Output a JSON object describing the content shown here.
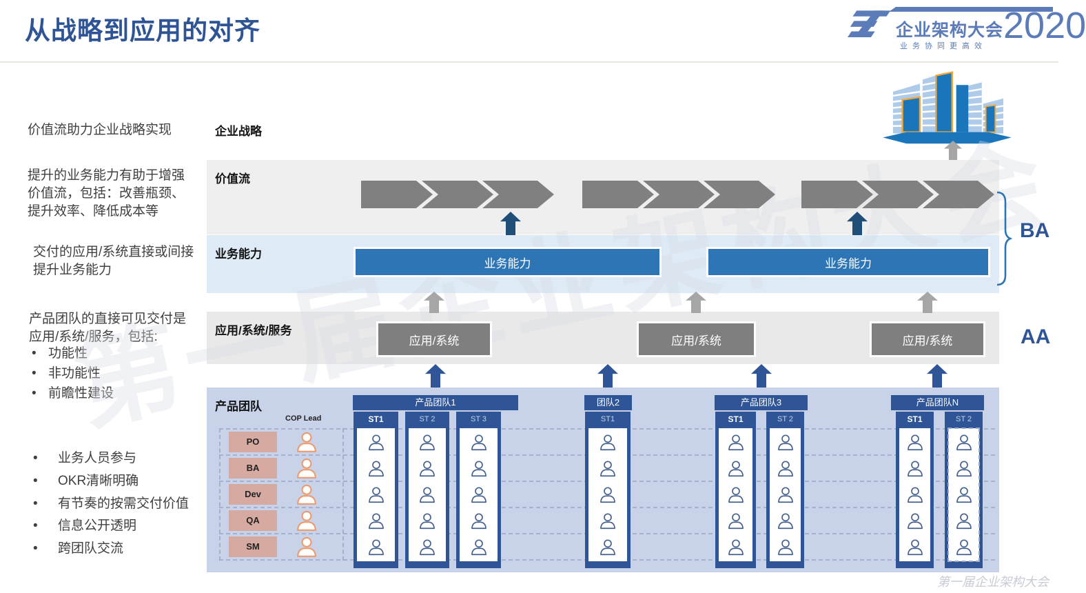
{
  "title": "从战略到应用的对齐",
  "logo": {
    "name": "企业架构大会",
    "year": "2020",
    "tagline": "业务协同更高效"
  },
  "notes": {
    "n1": "价值流助力企业战略实现",
    "n2": "提升的业务能力有助于增强价值流，包括：改善瓶颈、提升效率、降低成本等",
    "n3": "交付的应用/系统直接或间接提升业务能力",
    "n4": "产品团队的直接可见交付是应用/系统/服务，包括:"
  },
  "deliverable_bullets": [
    "功能性",
    "非功能性",
    "前瞻性建设"
  ],
  "team_bullets": [
    "业务人员参与",
    "OKR清晰明确",
    "有节奏的按需交付价值",
    "信息公开透明",
    "跨团队交流"
  ],
  "rows": {
    "strategy": "企业战略",
    "value_stream": "价值流",
    "capability": "业务能力",
    "application": "应用/系统/服务",
    "team": "产品团队"
  },
  "capability_boxes": [
    "业务能力",
    "业务能力"
  ],
  "application_boxes": [
    "应用/系统",
    "应用/系统",
    "应用/系统"
  ],
  "labels": {
    "ba": "BA",
    "aa": "AA",
    "cop_lead": "COP Lead"
  },
  "roles": [
    "PO",
    "BA",
    "Dev",
    "QA",
    "SM"
  ],
  "teams": [
    {
      "name": "产品团队1",
      "subteams": [
        "ST1",
        "ST 2",
        "ST 3"
      ]
    },
    {
      "name": "团队2",
      "subteams": [
        "ST1"
      ]
    },
    {
      "name": "产品团队3",
      "subteams": [
        "ST1",
        "ST 2"
      ]
    },
    {
      "name": "产品团队N",
      "subteams": [
        "ST1",
        "ST 2"
      ]
    }
  ],
  "members_per_subteam": 5,
  "watermark": "第一届企业架构大会",
  "footer": "第一届企业架构大会",
  "colors": {
    "title_blue": "#2E5496",
    "logo_blue": "#5B7CB8",
    "capability_box": "#2E75B6",
    "application_box": "#7F7F7F",
    "team_navy": "#2F5597",
    "person_navy": "#44608F",
    "person_orange": "#ED9B6E",
    "chevron_gray": "#808080",
    "arrow_navy": "#1F4E79",
    "arrow_gray": "#A6A6A6",
    "arrow_blue": "#2F5597",
    "row_value_stream_bg": "#EFEFEF",
    "row_capability_bg": "#DEEAF6",
    "row_application_bg": "#E9E9E9",
    "row_team_bg": "#C8D3EA"
  }
}
